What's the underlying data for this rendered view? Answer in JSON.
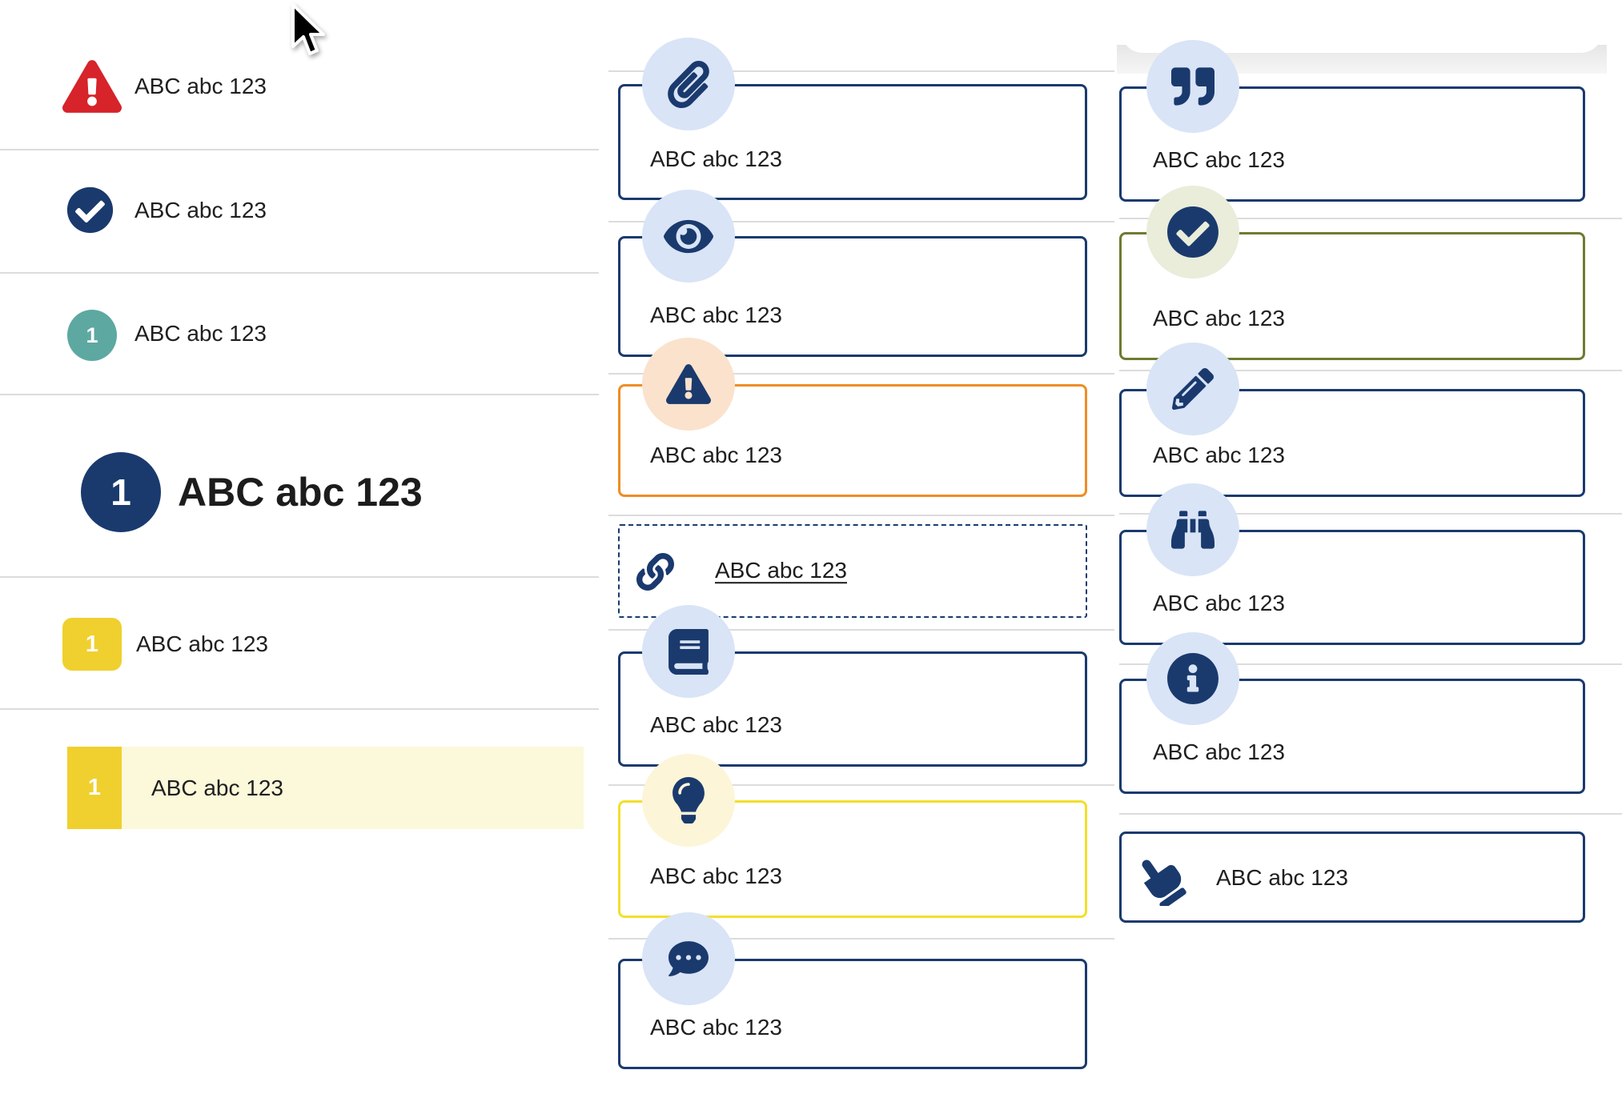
{
  "palette": {
    "navy": "#1a3a6e",
    "red": "#d7232a",
    "teal": "#5ea8a2",
    "gold": "#f0d02e",
    "paleYellowRow": "#fcf8da",
    "paleBlueCircle": "#d9e4f6",
    "peachCircle": "#fbe2cc",
    "sageCircle": "#e9edda",
    "paleYellowCircle": "#fcf5d7",
    "orangeBorder": "#ee8d25",
    "oliveBorder": "#6e7b30",
    "yellowBorder": "#f3df2b",
    "lineGray": "#dcdcdc",
    "textDark": "#1f1f1f"
  },
  "left_list": {
    "items": [
      {
        "icon": "warning-triangle-icon",
        "label": "ABC abc 123"
      },
      {
        "icon": "check-circle-icon",
        "label": "ABC abc 123"
      },
      {
        "badge": "1",
        "badge_style": "teal-circle",
        "label": "ABC abc 123"
      },
      {
        "badge": "1",
        "badge_style": "navy-circle-large",
        "label": "ABC abc 123"
      },
      {
        "badge": "1",
        "badge_style": "yellow-square",
        "label": "ABC abc 123"
      },
      {
        "badge": "1",
        "badge_style": "yellow-square-highlighted",
        "label": "ABC abc 123",
        "highlighted": true
      }
    ]
  },
  "middle_cards": [
    {
      "icon": "paperclip-icon",
      "variant": "navy",
      "label": "ABC abc 123"
    },
    {
      "icon": "eye-icon",
      "variant": "navy",
      "label": "ABC abc 123"
    },
    {
      "icon": "warning-triangle-icon",
      "variant": "orange",
      "label": "ABC abc 123"
    },
    {
      "icon": "link-icon",
      "variant": "dashed-link",
      "label": "ABC abc 123"
    },
    {
      "icon": "book-icon",
      "variant": "navy",
      "label": "ABC abc 123"
    },
    {
      "icon": "lightbulb-icon",
      "variant": "yellow",
      "label": "ABC abc 123"
    },
    {
      "icon": "comment-dots-icon",
      "variant": "navy",
      "label": "ABC abc 123"
    }
  ],
  "right_cards": [
    {
      "icon": "quote-icon",
      "variant": "navy",
      "label": "ABC abc 123"
    },
    {
      "icon": "check-circle-icon",
      "variant": "olive",
      "label": "ABC abc 123"
    },
    {
      "icon": "pencil-icon",
      "variant": "navy",
      "label": "ABC abc 123"
    },
    {
      "icon": "binoculars-icon",
      "variant": "navy",
      "label": "ABC abc 123"
    },
    {
      "icon": "info-circle-icon",
      "variant": "navy",
      "label": "ABC abc 123"
    },
    {
      "icon": "hand-point-icon",
      "variant": "navy-inline",
      "label": "ABC abc 123"
    }
  ]
}
